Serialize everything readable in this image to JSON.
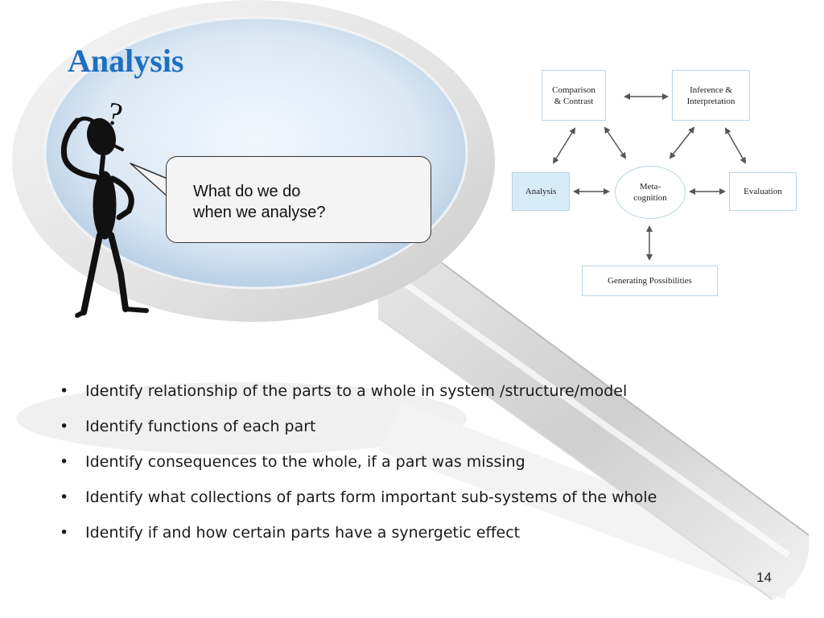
{
  "slide": {
    "title": "Analysis",
    "question_mark": "?",
    "speech_bubble": {
      "line1": "What do we do",
      "line2": "when we analyse?"
    },
    "page_number": "14"
  },
  "diagram": {
    "nodes": {
      "comparison": [
        "Comparison",
        "& Contrast"
      ],
      "inference": [
        "Inference &",
        "Interpretation"
      ],
      "analysis": "Analysis",
      "metacognition": [
        "Meta-",
        "cognition"
      ],
      "evaluation": "Evaluation",
      "generating": "Generating Possibilities"
    },
    "highlighted_node": "analysis"
  },
  "bullets": [
    "Identify relationship of the parts to a whole in system /structure/model",
    "Identify functions of each part",
    "Identify consequences to the whole, if a part was missing",
    "Identify what collections of parts form important sub-systems of the whole",
    "Identify if and how certain parts have a synergetic effect"
  ],
  "colors": {
    "title": "#1f6fc1",
    "node_border": "#b9d7e3",
    "highlight_fill": "#d8ecf8",
    "arrow": "#555555"
  }
}
